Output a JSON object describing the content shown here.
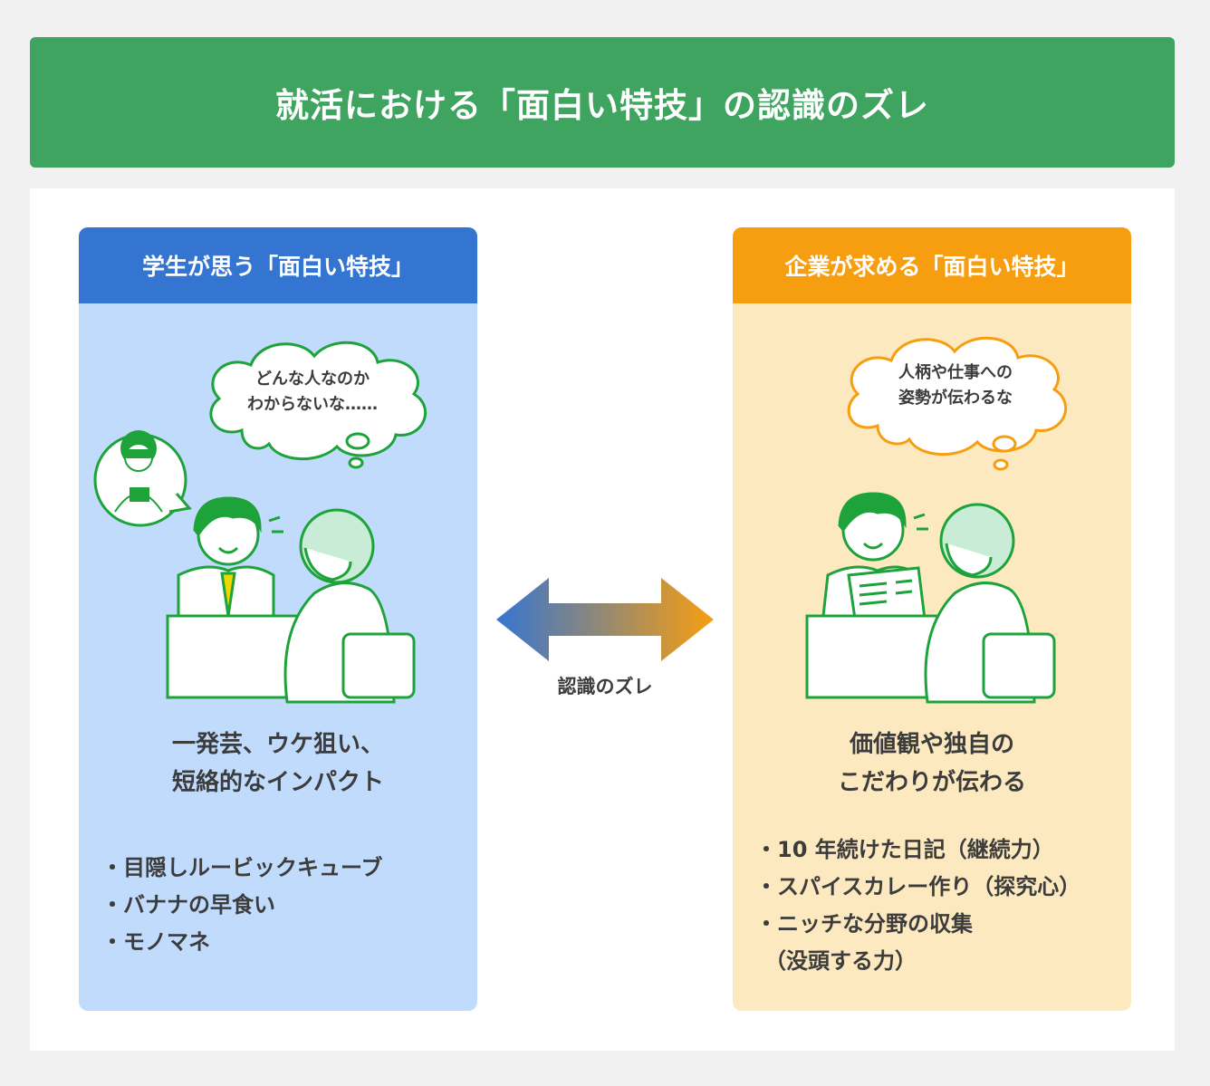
{
  "header": {
    "title": "就活における「面白い特技」の認識のズレ"
  },
  "colors": {
    "header": "#3fa45f",
    "student": "#3575d2",
    "company": "#f79e10",
    "student_bg": "#c1dbfc",
    "company_bg": "#fde9bf",
    "line": "#1da33a"
  },
  "student": {
    "heading": "学生が思う「面白い特技」",
    "thought_line1": "どんな人なのか",
    "thought_line2": "わからないな……",
    "summary_line1": "一発芸、ウケ狙い、",
    "summary_line2": "短絡的なインパクト",
    "items": [
      "・目隠しルービックキューブ",
      "・バナナの早食い",
      "・モノマネ"
    ]
  },
  "company": {
    "heading": "企業が求める「面白い特技」",
    "thought_line1": "人柄や仕事への",
    "thought_line2": "姿勢が伝わるな",
    "summary_line1": "価値観や独自の",
    "summary_line2": "こだわりが伝わる",
    "items": [
      "・10 年続けた日記（継続力）",
      "・スパイスカレー作り（探究心）",
      "・ニッチな分野の収集",
      "（没頭する力）"
    ]
  },
  "gap": {
    "label": "認識のズレ"
  }
}
